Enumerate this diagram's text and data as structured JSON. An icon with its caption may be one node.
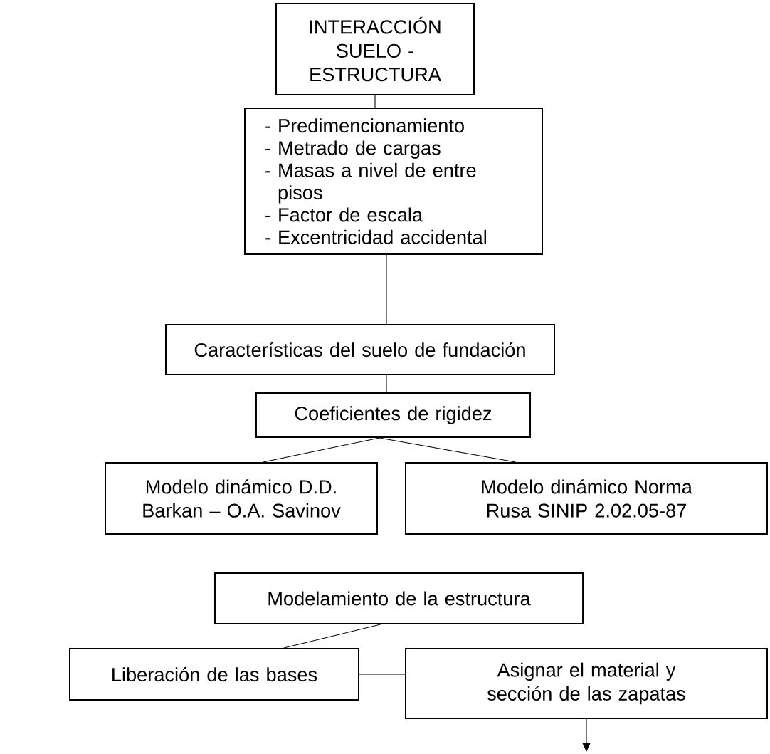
{
  "diagram": {
    "nodes": [
      {
        "text": [
          "INTERACCIÓN SUELO - ESTRUCTURA"
        ]
      },
      {
        "text": [
          "-",
          "Predimencionamiento",
          "-",
          "Metrado de cargas",
          "-",
          "Masas a nivel de entre pisos",
          "-",
          "Factor de escala",
          "-",
          "Excentricidad accidental"
        ]
      },
      {
        "text": [
          "Características del suelo de fundación"
        ]
      },
      {
        "text": [
          "Coeficientes de rigidez"
        ]
      },
      {
        "text": [
          "Modelo dinámico D.D. Barkan – O.A. Savinov"
        ]
      },
      {
        "text": [
          "Modelo dinámico Norma Rusa SINIP 2.02.05-87"
        ]
      },
      {
        "text": [
          "Modelamiento de la estructura"
        ]
      },
      {
        "text": [
          "Liberación de las bases"
        ]
      },
      {
        "text": [
          "Asignar el material y sección de las zapatas"
        ]
      }
    ],
    "edges": [
      {
        "from": 0,
        "to": 1,
        "arrow": "none"
      },
      {
        "from": 1,
        "to": 2,
        "arrow": "none"
      },
      {
        "from": 2,
        "to": 3,
        "arrow": "none"
      },
      {
        "from": 3,
        "to": 4,
        "arrow": "none"
      },
      {
        "from": 3,
        "to": 5,
        "arrow": "none"
      },
      {
        "from": 6,
        "to": 7,
        "arrow": "none"
      },
      {
        "from": 7,
        "to": 8,
        "arrow": "none"
      },
      {
        "from": 8,
        "to": null,
        "arrow": "to"
      }
    ]
  }
}
